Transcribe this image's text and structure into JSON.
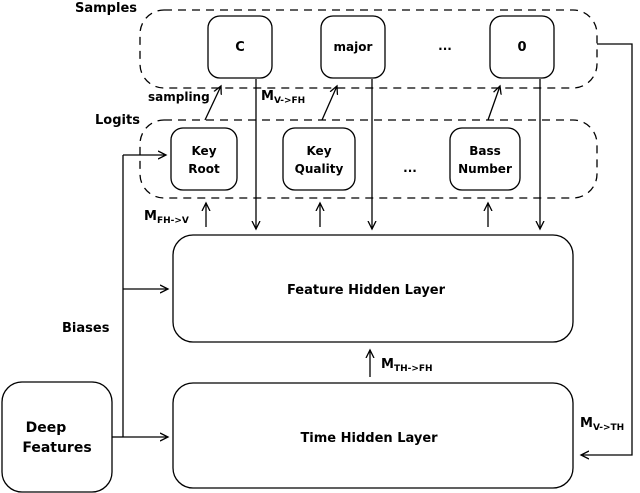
{
  "groups": {
    "samples": "Samples",
    "logits": "Logits"
  },
  "sample_nodes": [
    {
      "label": "C"
    },
    {
      "label": "major"
    },
    {
      "label": "..."
    },
    {
      "label": "0"
    }
  ],
  "logit_nodes": [
    {
      "line1": "Key",
      "line2": "Root"
    },
    {
      "line1": "Key",
      "line2": "Quality"
    },
    {
      "label": "..."
    },
    {
      "line1": "Bass",
      "line2": "Number"
    }
  ],
  "layers": {
    "feature_hidden": "Feature Hidden Layer",
    "time_hidden": "Time Hidden Layer"
  },
  "inputs": {
    "deep_features_line1": "Deep",
    "deep_features_line2": "Features"
  },
  "edge_labels": {
    "sampling": "sampling",
    "biases": "Biases",
    "m_v_fh": {
      "base": "M",
      "sub": "V->FH"
    },
    "m_fh_v": {
      "base": "M",
      "sub": "FH->V"
    },
    "m_th_fh": {
      "base": "M",
      "sub": "TH->FH"
    },
    "m_v_th": {
      "base": "M",
      "sub": "V->TH"
    }
  }
}
